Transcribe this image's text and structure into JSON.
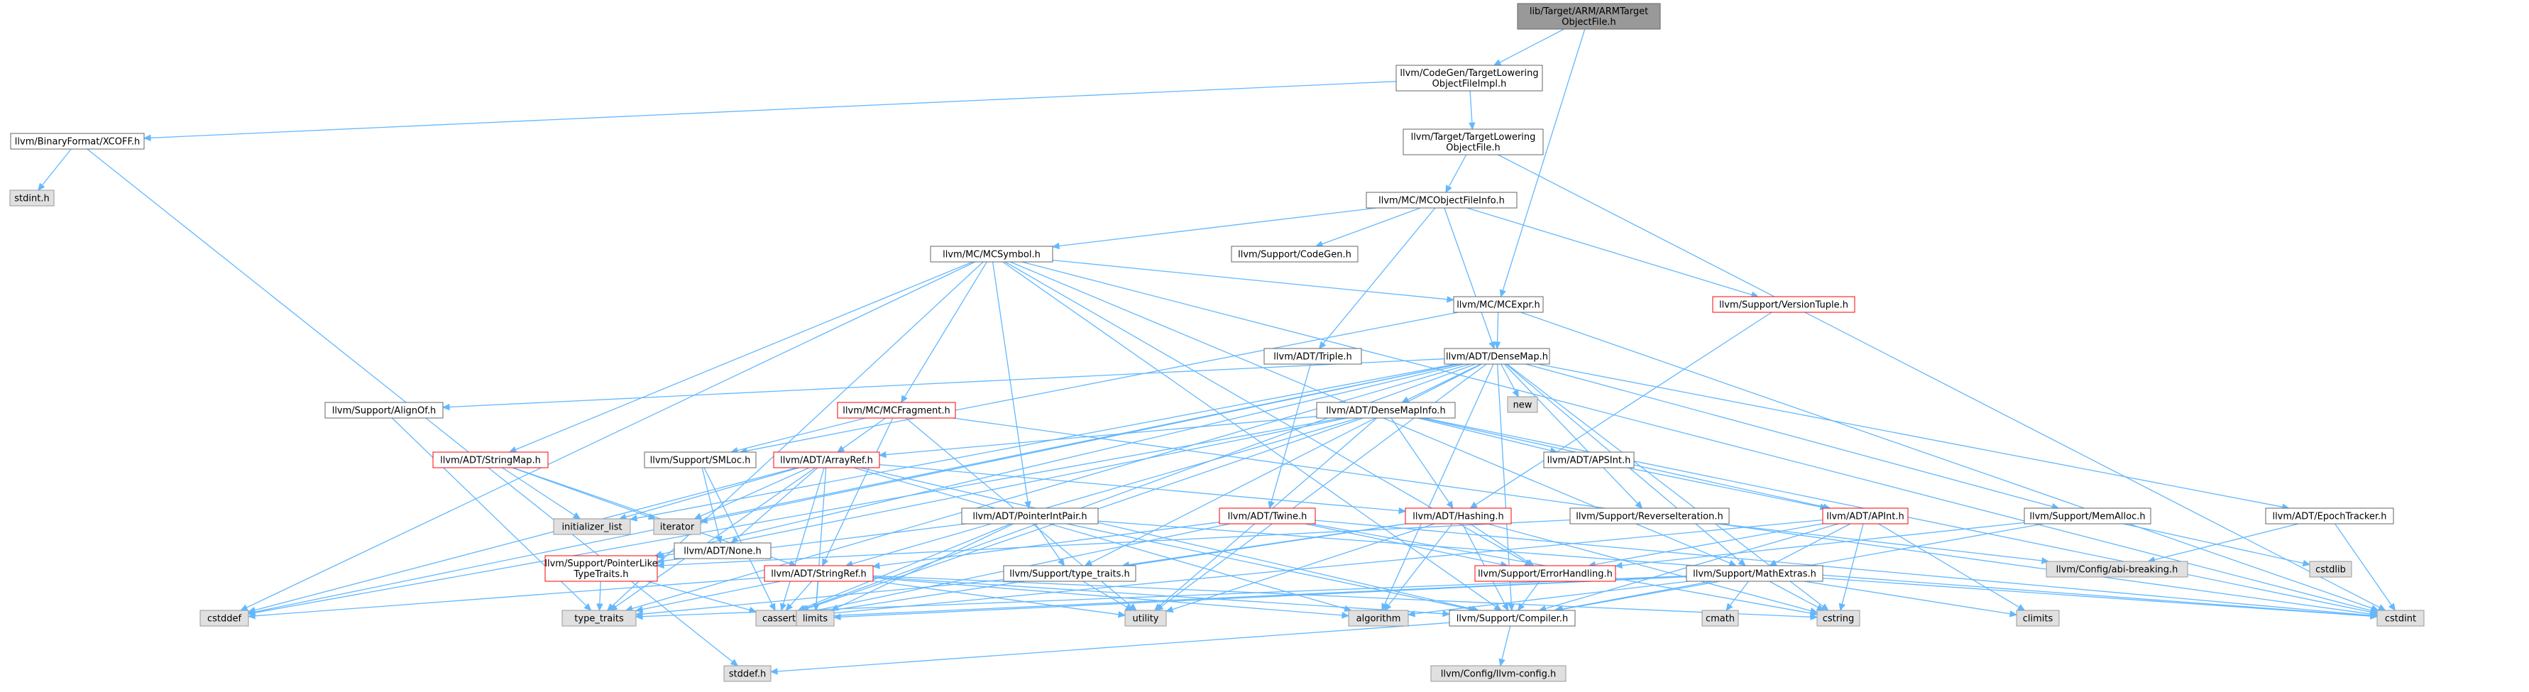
{
  "colors": {
    "root_fill": "#999999",
    "node_fill": "#ffffff",
    "node_border": "#666666",
    "external_fill": "#e0e0e0",
    "external_border": "#999999",
    "truncated_border": "#ff0000",
    "edge": "#63b8ff",
    "text": "#000000"
  },
  "nodes": [
    {
      "id": "root",
      "lines": [
        "lib/Target/ARM/ARMTarget",
        "ObjectFile.h"
      ],
      "kind": "root"
    },
    {
      "id": "tloimpl",
      "lines": [
        "llvm/CodeGen/TargetLowering",
        "ObjectFileImpl.h"
      ],
      "kind": "normal"
    },
    {
      "id": "xcoff",
      "lines": [
        "llvm/BinaryFormat/XCOFF.h"
      ],
      "kind": "normal"
    },
    {
      "id": "stdint",
      "lines": [
        "stdint.h"
      ],
      "kind": "external"
    },
    {
      "id": "tlo",
      "lines": [
        "llvm/Target/TargetLowering",
        "ObjectFile.h"
      ],
      "kind": "normal"
    },
    {
      "id": "mcofi",
      "lines": [
        "llvm/MC/MCObjectFileInfo.h"
      ],
      "kind": "normal"
    },
    {
      "id": "mcsymbol",
      "lines": [
        "llvm/MC/MCSymbol.h"
      ],
      "kind": "normal"
    },
    {
      "id": "codegen",
      "lines": [
        "llvm/Support/CodeGen.h"
      ],
      "kind": "normal"
    },
    {
      "id": "versiontuple",
      "lines": [
        "llvm/Support/VersionTuple.h"
      ],
      "kind": "truncated"
    },
    {
      "id": "mcexpr",
      "lines": [
        "llvm/MC/MCExpr.h"
      ],
      "kind": "normal"
    },
    {
      "id": "triple",
      "lines": [
        "llvm/ADT/Triple.h"
      ],
      "kind": "normal"
    },
    {
      "id": "densemap",
      "lines": [
        "llvm/ADT/DenseMap.h"
      ],
      "kind": "normal"
    },
    {
      "id": "new",
      "lines": [
        "new"
      ],
      "kind": "external"
    },
    {
      "id": "alignof",
      "lines": [
        "llvm/Support/AlignOf.h"
      ],
      "kind": "normal"
    },
    {
      "id": "mcfragment",
      "lines": [
        "llvm/MC/MCFragment.h"
      ],
      "kind": "truncated"
    },
    {
      "id": "densemapinfo",
      "lines": [
        "llvm/ADT/DenseMapInfo.h"
      ],
      "kind": "normal"
    },
    {
      "id": "stringmap",
      "lines": [
        "llvm/ADT/StringMap.h"
      ],
      "kind": "truncated"
    },
    {
      "id": "smloc",
      "lines": [
        "llvm/Support/SMLoc.h"
      ],
      "kind": "normal"
    },
    {
      "id": "arrayref",
      "lines": [
        "llvm/ADT/ArrayRef.h"
      ],
      "kind": "truncated"
    },
    {
      "id": "apsint",
      "lines": [
        "llvm/ADT/APSInt.h"
      ],
      "kind": "normal"
    },
    {
      "id": "apint",
      "lines": [
        "llvm/ADT/APInt.h"
      ],
      "kind": "truncated"
    },
    {
      "id": "memalloc",
      "lines": [
        "llvm/Support/MemAlloc.h"
      ],
      "kind": "normal"
    },
    {
      "id": "epochtracker",
      "lines": [
        "llvm/ADT/EpochTracker.h"
      ],
      "kind": "normal"
    },
    {
      "id": "initlist",
      "lines": [
        "initializer_list"
      ],
      "kind": "external"
    },
    {
      "id": "iterator",
      "lines": [
        "iterator"
      ],
      "kind": "external"
    },
    {
      "id": "none",
      "lines": [
        "llvm/ADT/None.h"
      ],
      "kind": "normal"
    },
    {
      "id": "pointerintpair",
      "lines": [
        "llvm/ADT/PointerIntPair.h"
      ],
      "kind": "normal"
    },
    {
      "id": "twine",
      "lines": [
        "llvm/ADT/Twine.h"
      ],
      "kind": "truncated"
    },
    {
      "id": "hashing",
      "lines": [
        "llvm/ADT/Hashing.h"
      ],
      "kind": "truncated"
    },
    {
      "id": "reverseiter",
      "lines": [
        "llvm/Support/ReverseIteration.h"
      ],
      "kind": "normal"
    },
    {
      "id": "abibreaking",
      "lines": [
        "llvm/Config/abi-breaking.h"
      ],
      "kind": "external"
    },
    {
      "id": "cstdlib",
      "lines": [
        "cstdlib"
      ],
      "kind": "external"
    },
    {
      "id": "ptrliketraits",
      "lines": [
        "llvm/Support/PointerLike",
        "TypeTraits.h"
      ],
      "kind": "truncated"
    },
    {
      "id": "stringref",
      "lines": [
        "llvm/ADT/StringRef.h"
      ],
      "kind": "truncated"
    },
    {
      "id": "typetraitsllvm",
      "lines": [
        "llvm/Support/type_traits.h"
      ],
      "kind": "normal"
    },
    {
      "id": "errorhandling",
      "lines": [
        "llvm/Support/ErrorHandling.h"
      ],
      "kind": "truncated"
    },
    {
      "id": "mathextras",
      "lines": [
        "llvm/Support/MathExtras.h"
      ],
      "kind": "normal"
    },
    {
      "id": "cstddef",
      "lines": [
        "cstddef"
      ],
      "kind": "external"
    },
    {
      "id": "type_traits",
      "lines": [
        "type_traits"
      ],
      "kind": "external"
    },
    {
      "id": "cassert",
      "lines": [
        "cassert"
      ],
      "kind": "external"
    },
    {
      "id": "limits",
      "lines": [
        "limits"
      ],
      "kind": "external"
    },
    {
      "id": "utility",
      "lines": [
        "utility"
      ],
      "kind": "external"
    },
    {
      "id": "algorithm",
      "lines": [
        "algorithm"
      ],
      "kind": "external"
    },
    {
      "id": "compiler",
      "lines": [
        "llvm/Support/Compiler.h"
      ],
      "kind": "normal"
    },
    {
      "id": "cmath",
      "lines": [
        "cmath"
      ],
      "kind": "external"
    },
    {
      "id": "cstring",
      "lines": [
        "cstring"
      ],
      "kind": "external"
    },
    {
      "id": "climits",
      "lines": [
        "climits"
      ],
      "kind": "external"
    },
    {
      "id": "cstdint",
      "lines": [
        "cstdint"
      ],
      "kind": "external"
    },
    {
      "id": "stddef",
      "lines": [
        "stddef.h"
      ],
      "kind": "external"
    },
    {
      "id": "llvmconfig",
      "lines": [
        "llvm/Config/llvm-config.h"
      ],
      "kind": "external"
    }
  ],
  "edges": [
    [
      "root",
      "tloimpl"
    ],
    [
      "root",
      "mcexpr"
    ],
    [
      "tloimpl",
      "xcoff"
    ],
    [
      "tloimpl",
      "tlo"
    ],
    [
      "xcoff",
      "stdint"
    ],
    [
      "xcoff",
      "stddef"
    ],
    [
      "tlo",
      "mcofi"
    ],
    [
      "tlo",
      "cstdint"
    ],
    [
      "mcofi",
      "mcsymbol"
    ],
    [
      "mcofi",
      "codegen"
    ],
    [
      "mcofi",
      "versiontuple"
    ],
    [
      "mcofi",
      "triple"
    ],
    [
      "mcofi",
      "densemap"
    ],
    [
      "mcsymbol",
      "mcexpr"
    ],
    [
      "mcsymbol",
      "mcfragment"
    ],
    [
      "mcsymbol",
      "stringmap"
    ],
    [
      "mcsymbol",
      "pointerintpair"
    ],
    [
      "mcsymbol",
      "mathextras"
    ],
    [
      "mcsymbol",
      "errorhandling"
    ],
    [
      "mcsymbol",
      "cstddef"
    ],
    [
      "mcsymbol",
      "cstdint"
    ],
    [
      "mcsymbol",
      "type_traits"
    ],
    [
      "mcsymbol",
      "compiler"
    ],
    [
      "versiontuple",
      "hashing"
    ],
    [
      "mcexpr",
      "densemap"
    ],
    [
      "mcexpr",
      "smloc"
    ],
    [
      "mcexpr",
      "cstdint"
    ],
    [
      "triple",
      "twine"
    ],
    [
      "densemap",
      "new"
    ],
    [
      "densemap",
      "alignof"
    ],
    [
      "densemap",
      "densemapinfo"
    ],
    [
      "densemap",
      "memalloc"
    ],
    [
      "densemap",
      "epochtracker"
    ],
    [
      "densemap",
      "reverseiter"
    ],
    [
      "densemap",
      "mathextras"
    ],
    [
      "densemap",
      "typetraitsllvm"
    ],
    [
      "densemap",
      "initlist"
    ],
    [
      "densemap",
      "iterator"
    ],
    [
      "densemap",
      "cstddef"
    ],
    [
      "densemap",
      "cassert"
    ],
    [
      "densemap",
      "algorithm"
    ],
    [
      "densemap",
      "utility"
    ],
    [
      "densemap",
      "cstring"
    ],
    [
      "densemap",
      "type_traits"
    ],
    [
      "densemap",
      "compiler"
    ],
    [
      "densemap",
      "ptrliketraits"
    ],
    [
      "alignof",
      "type_traits"
    ],
    [
      "mcfragment",
      "arrayref"
    ],
    [
      "mcfragment",
      "stringref"
    ],
    [
      "mcfragment",
      "smloc"
    ],
    [
      "mcfragment",
      "utility"
    ],
    [
      "mcfragment",
      "cstdint"
    ],
    [
      "densemapinfo",
      "apsint"
    ],
    [
      "densemapinfo",
      "apint"
    ],
    [
      "densemapinfo",
      "arrayref"
    ],
    [
      "densemapinfo",
      "hashing"
    ],
    [
      "densemapinfo",
      "stringref"
    ],
    [
      "densemapinfo",
      "ptrliketraits"
    ],
    [
      "densemapinfo",
      "cassert"
    ],
    [
      "densemapinfo",
      "cstddef"
    ],
    [
      "densemapinfo",
      "cstdint"
    ],
    [
      "densemapinfo",
      "utility"
    ],
    [
      "stringmap",
      "stringref"
    ],
    [
      "stringmap",
      "initlist"
    ],
    [
      "stringmap",
      "iterator"
    ],
    [
      "smloc",
      "none"
    ],
    [
      "smloc",
      "cassert"
    ],
    [
      "arrayref",
      "none"
    ],
    [
      "arrayref",
      "hashing"
    ],
    [
      "arrayref",
      "compiler"
    ],
    [
      "arrayref",
      "algorithm"
    ],
    [
      "arrayref",
      "cassert"
    ],
    [
      "arrayref",
      "cstddef"
    ],
    [
      "arrayref",
      "initlist"
    ],
    [
      "arrayref",
      "iterator"
    ],
    [
      "arrayref",
      "type_traits"
    ],
    [
      "arrayref",
      "limits"
    ],
    [
      "apsint",
      "apint"
    ],
    [
      "apint",
      "compiler"
    ],
    [
      "apint",
      "mathextras"
    ],
    [
      "apint",
      "errorhandling"
    ],
    [
      "apint",
      "cassert"
    ],
    [
      "apint",
      "climits"
    ],
    [
      "apint",
      "cstring"
    ],
    [
      "memalloc",
      "compiler"
    ],
    [
      "memalloc",
      "errorhandling"
    ],
    [
      "memalloc",
      "cstdlib"
    ],
    [
      "epochtracker",
      "abibreaking"
    ],
    [
      "epochtracker",
      "cstdint"
    ],
    [
      "pointerintpair",
      "ptrliketraits"
    ],
    [
      "pointerintpair",
      "typetraitsllvm"
    ],
    [
      "pointerintpair",
      "cassert"
    ],
    [
      "pointerintpair",
      "cstdint"
    ],
    [
      "pointerintpair",
      "limits"
    ],
    [
      "pointerintpair",
      "compiler"
    ],
    [
      "twine",
      "stringref"
    ],
    [
      "twine",
      "errorhandling"
    ],
    [
      "twine",
      "cassert"
    ],
    [
      "twine",
      "cstdint"
    ],
    [
      "twine",
      "cstring"
    ],
    [
      "hashing",
      "errorhandling"
    ],
    [
      "hashing",
      "typetraitsllvm"
    ],
    [
      "hashing",
      "algorithm"
    ],
    [
      "hashing",
      "cassert"
    ],
    [
      "hashing",
      "cstring"
    ],
    [
      "hashing",
      "utility"
    ],
    [
      "hashing",
      "compiler"
    ],
    [
      "reverseiter",
      "ptrliketraits"
    ],
    [
      "reverseiter",
      "abibreaking"
    ],
    [
      "ptrliketraits",
      "type_traits"
    ],
    [
      "ptrliketraits",
      "cassert"
    ],
    [
      "stringref",
      "compiler"
    ],
    [
      "stringref",
      "algorithm"
    ],
    [
      "stringref",
      "cassert"
    ],
    [
      "stringref",
      "cstddef"
    ],
    [
      "stringref",
      "cstring"
    ],
    [
      "stringref",
      "limits"
    ],
    [
      "stringref",
      "type_traits"
    ],
    [
      "stringref",
      "utility"
    ],
    [
      "typetraitsllvm",
      "type_traits"
    ],
    [
      "typetraitsllvm",
      "utility"
    ],
    [
      "errorhandling",
      "compiler"
    ],
    [
      "mathextras",
      "compiler"
    ],
    [
      "mathextras",
      "algorithm"
    ],
    [
      "mathextras",
      "cassert"
    ],
    [
      "mathextras",
      "climits"
    ],
    [
      "mathextras",
      "cmath"
    ],
    [
      "mathextras",
      "cstdint"
    ],
    [
      "mathextras",
      "cstring"
    ],
    [
      "mathextras",
      "limits"
    ],
    [
      "mathextras",
      "type_traits"
    ],
    [
      "compiler",
      "llvmconfig"
    ],
    [
      "compiler",
      "stddef"
    ]
  ]
}
